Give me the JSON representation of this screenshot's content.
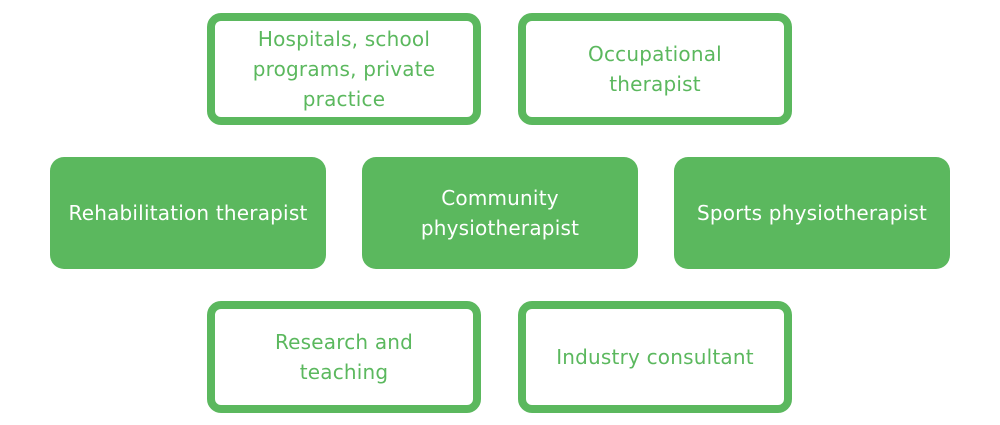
{
  "colors": {
    "accent": "#5bb85e",
    "background": "#ffffff",
    "filled_text": "#ffffff"
  },
  "boxes": [
    {
      "label": "Hospitals, school programs, private practice",
      "style": "outline"
    },
    {
      "label": "Occupational therapist",
      "style": "outline"
    },
    {
      "label": "Rehabilitation therapist",
      "style": "filled"
    },
    {
      "label": "Community physiotherapist",
      "style": "filled"
    },
    {
      "label": "Sports physiotherapist",
      "style": "filled"
    },
    {
      "label": "Research and teaching",
      "style": "outline"
    },
    {
      "label": "Industry consultant",
      "style": "outline"
    }
  ]
}
